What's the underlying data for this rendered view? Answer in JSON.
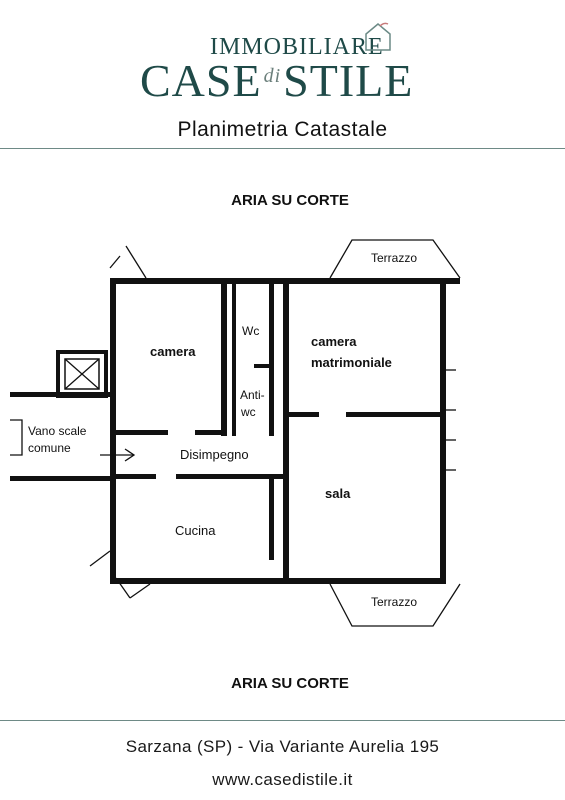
{
  "brand": {
    "line1": "IMMOBILIARE",
    "case": "CASE",
    "di": "di",
    "stile": "STILE",
    "color": "#1f4a48"
  },
  "document": {
    "title": "Planimetria Catastale"
  },
  "floorplan": {
    "top_label": "ARIA SU CORTE",
    "bottom_label": "ARIA SU CORTE",
    "rooms": {
      "camera": "camera",
      "camera_matrimoniale_1": "camera",
      "camera_matrimoniale_2": "matrimoniale",
      "wc": "Wc",
      "antiwc_1": "Anti-",
      "antiwc_2": "wc",
      "vano_1": "Vano scale",
      "vano_2": "comune",
      "disimpegno": "Disimpegno",
      "cucina": "Cucina",
      "sala": "sala",
      "terrazzo_top": "Terrazzo",
      "terrazzo_bottom": "Terrazzo"
    }
  },
  "footer": {
    "address": "Sarzana (SP) - Via Variante Aurelia 195",
    "website": "www.casedistile.it"
  }
}
